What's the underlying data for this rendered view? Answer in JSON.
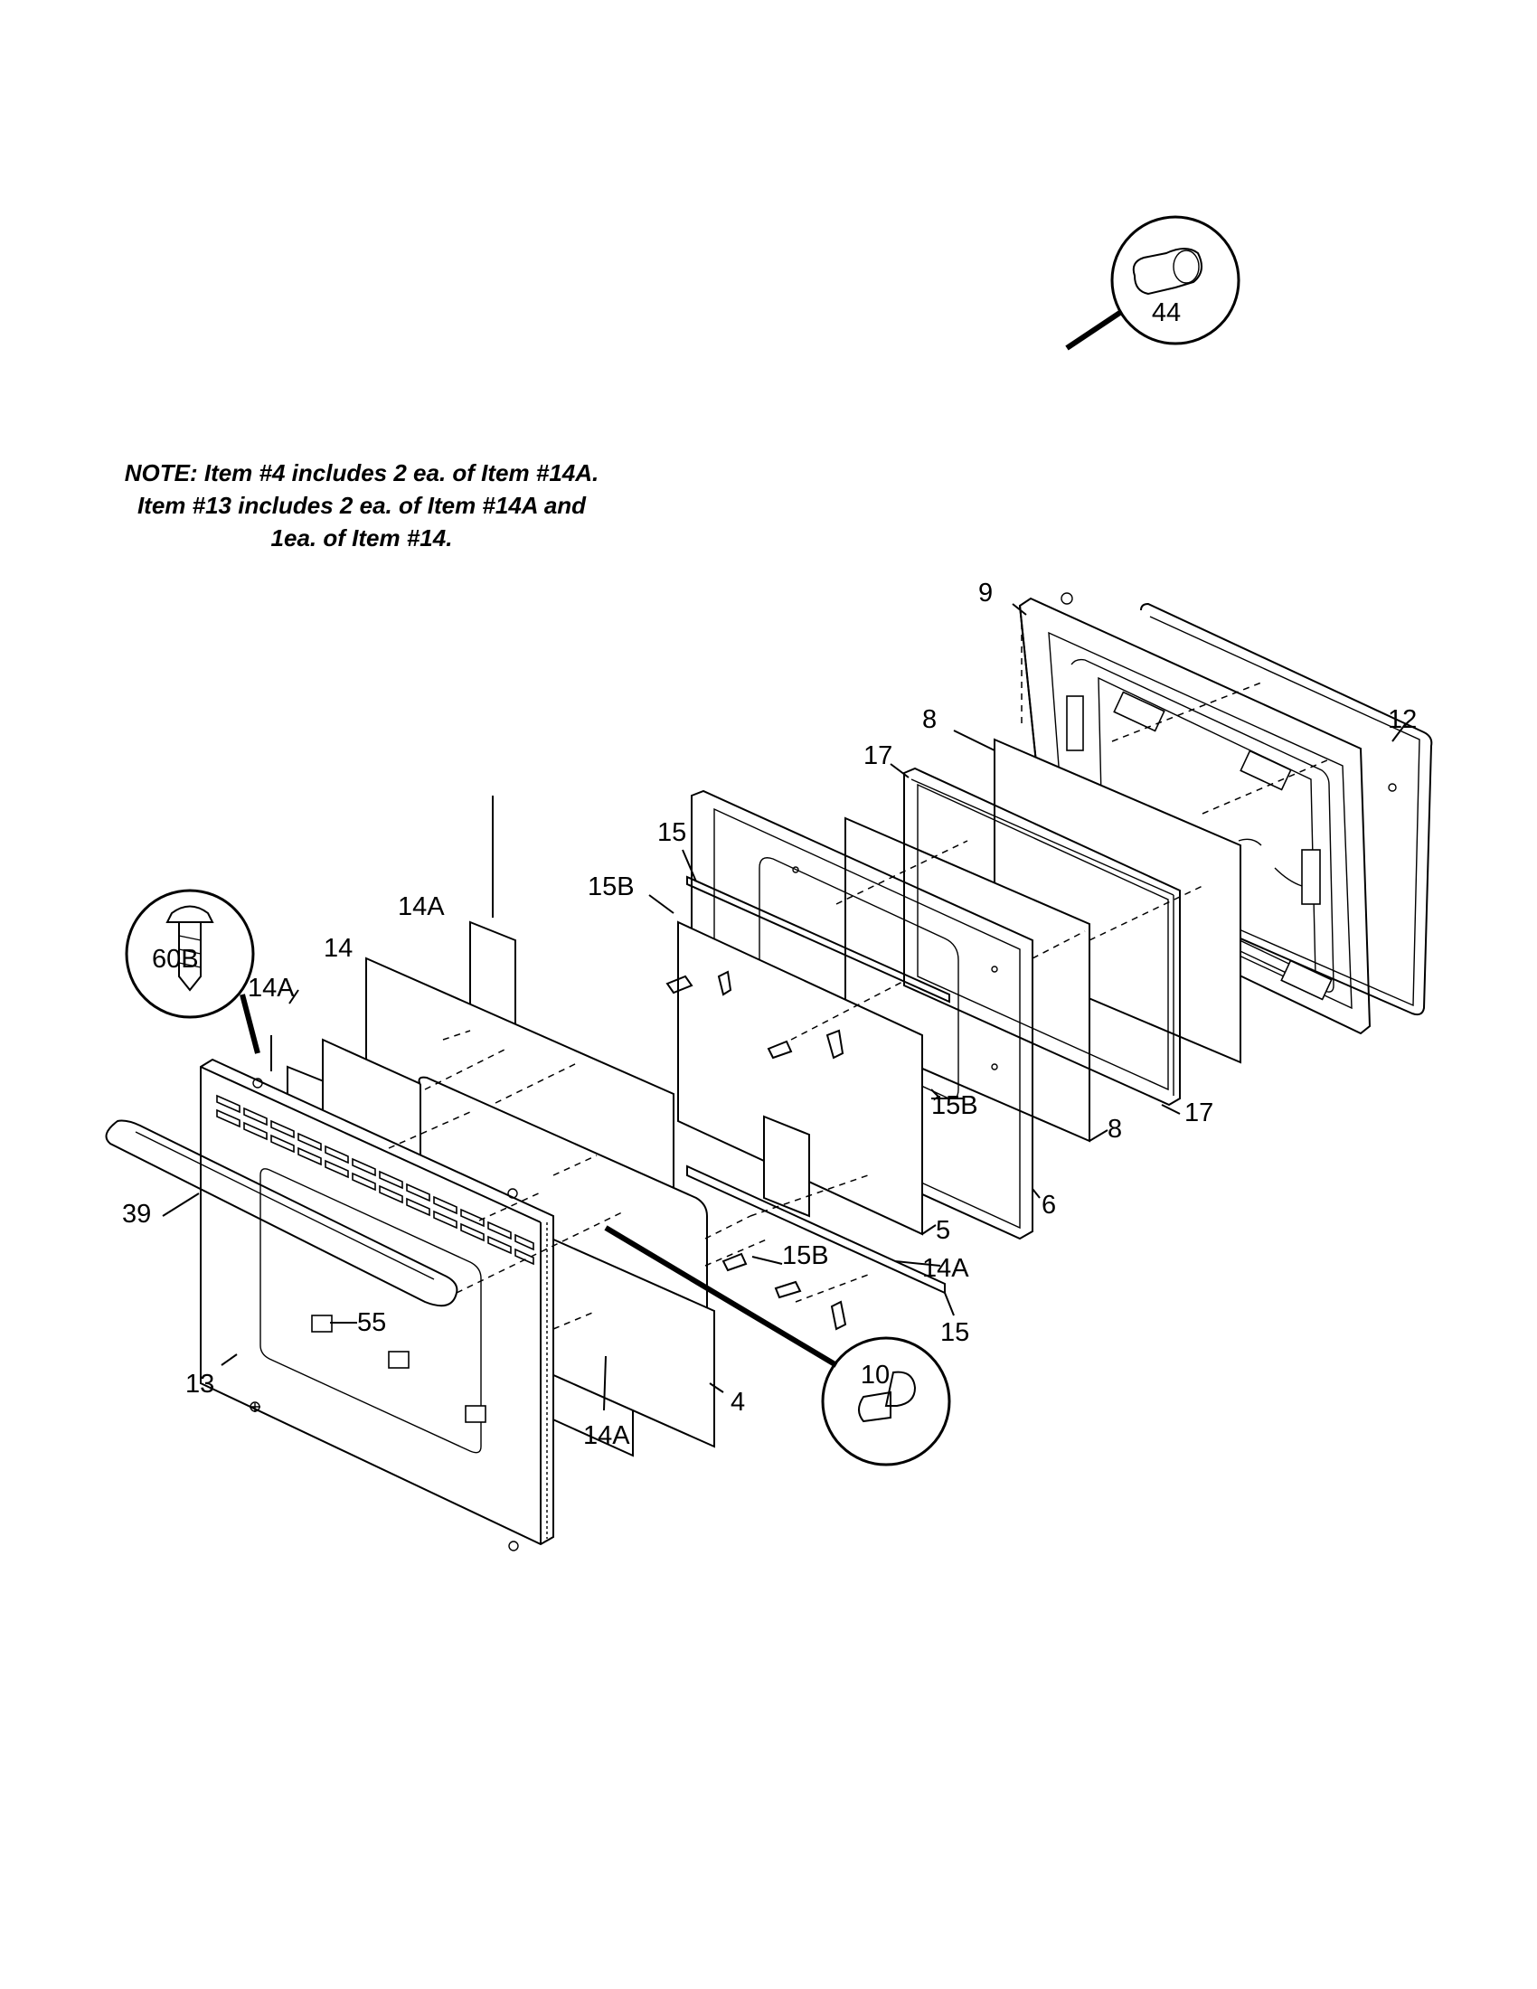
{
  "note": {
    "line1": "NOTE: Item #4 includes 2 ea. of Item #14A.",
    "line2": "Item #13 includes 2 ea. of Item #14A and",
    "line3": "1ea. of Item #14."
  },
  "labels": {
    "l44": "44",
    "l9": "9",
    "l12": "12",
    "l8_top": "8",
    "l17_top": "17",
    "l15_top": "15",
    "l15B_top": "15B",
    "l14A_top": "14A",
    "l14": "14",
    "l60B": "60B",
    "l14A_left": "14A",
    "l15B_mid": "15B",
    "l17_right": "17",
    "l8_right": "8",
    "l6": "6",
    "l5": "5",
    "l15B_low": "15B",
    "l14A_right": "14A",
    "l39": "39",
    "l55": "55",
    "l15_low": "15",
    "l10": "10",
    "l13": "13",
    "l4": "4",
    "l14A_bottom": "14A"
  }
}
